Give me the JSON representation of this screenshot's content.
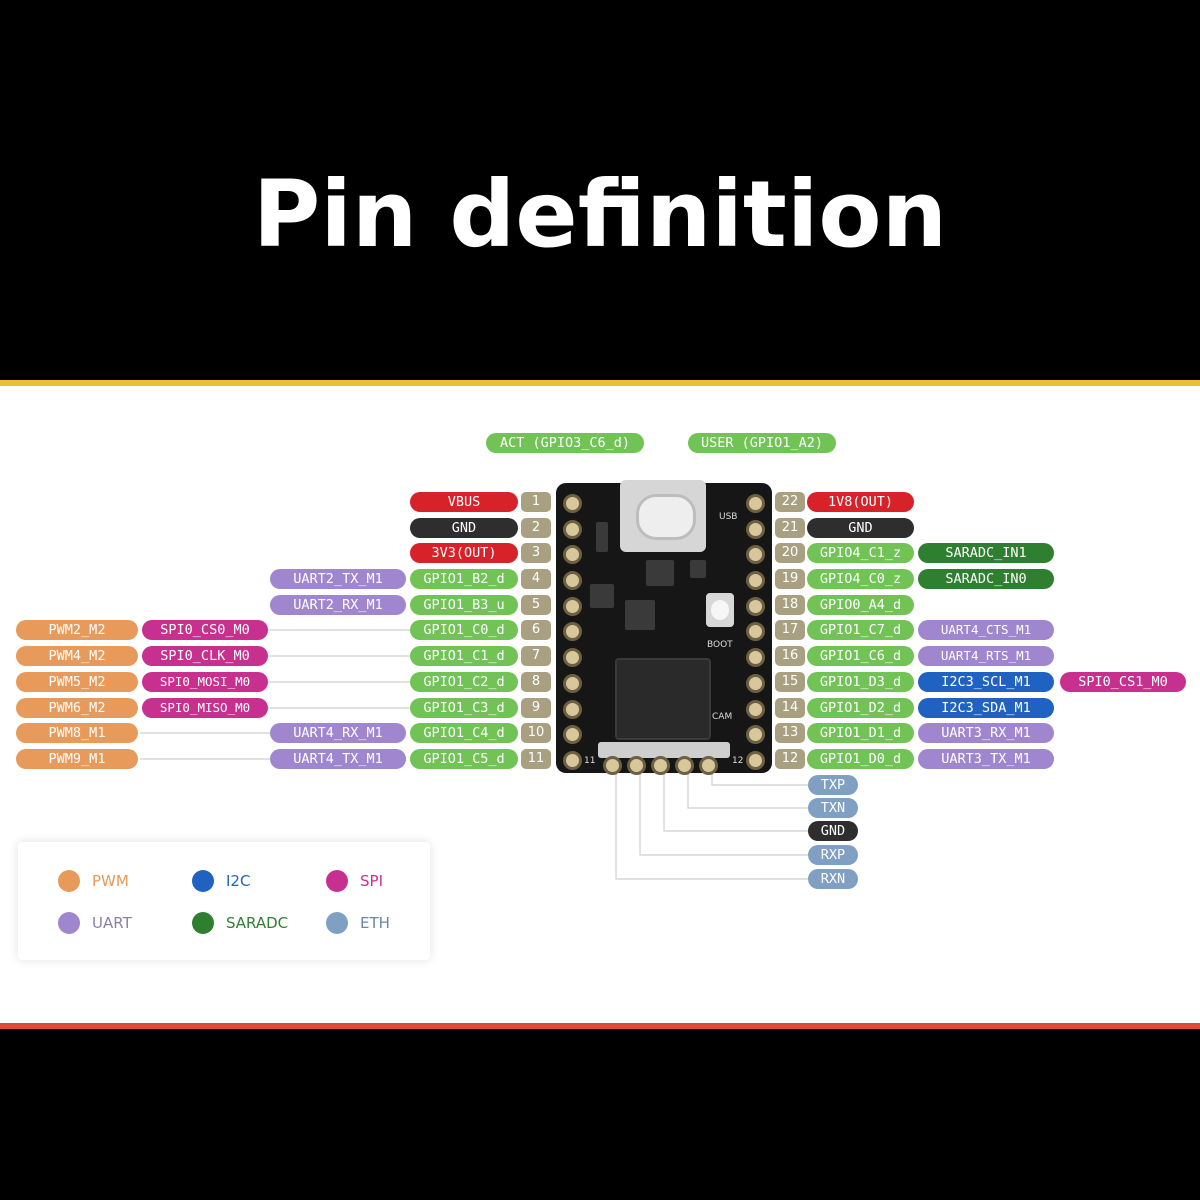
{
  "title": "Pin definition",
  "leds": [
    {
      "label": "ACT (GPIO3_C6_d)",
      "cat": "gpio"
    },
    {
      "label": "USER (GPIO1_A2)",
      "cat": "gpio"
    }
  ],
  "left_pins": [
    {
      "num": "1",
      "labels": [
        {
          "text": "VBUS",
          "cat": "power"
        }
      ]
    },
    {
      "num": "2",
      "labels": [
        {
          "text": "GND",
          "cat": "gnd"
        }
      ]
    },
    {
      "num": "3",
      "labels": [
        {
          "text": "3V3(OUT)",
          "cat": "power"
        }
      ]
    },
    {
      "num": "4",
      "labels": [
        {
          "text": "GPIO1_B2_d",
          "cat": "gpio"
        },
        {
          "text": "UART2_TX_M1",
          "cat": "uart"
        }
      ]
    },
    {
      "num": "5",
      "labels": [
        {
          "text": "GPIO1_B3_u",
          "cat": "gpio"
        },
        {
          "text": "UART2_RX_M1",
          "cat": "uart"
        }
      ]
    },
    {
      "num": "6",
      "labels": [
        {
          "text": "GPIO1_C0_d",
          "cat": "gpio"
        },
        {
          "text": "SPI0_CS0_M0",
          "cat": "spi"
        },
        {
          "text": "PWM2_M2",
          "cat": "pwm"
        }
      ]
    },
    {
      "num": "7",
      "labels": [
        {
          "text": "GPIO1_C1_d",
          "cat": "gpio"
        },
        {
          "text": "SPI0_CLK_M0",
          "cat": "spi"
        },
        {
          "text": "PWM4_M2",
          "cat": "pwm"
        }
      ]
    },
    {
      "num": "8",
      "labels": [
        {
          "text": "GPIO1_C2_d",
          "cat": "gpio"
        },
        {
          "text": "SPI0_MOSI_M0",
          "cat": "spi"
        },
        {
          "text": "PWM5_M2",
          "cat": "pwm"
        }
      ]
    },
    {
      "num": "9",
      "labels": [
        {
          "text": "GPIO1_C3_d",
          "cat": "gpio"
        },
        {
          "text": "SPI0_MISO_M0",
          "cat": "spi"
        },
        {
          "text": "PWM6_M2",
          "cat": "pwm"
        }
      ]
    },
    {
      "num": "10",
      "labels": [
        {
          "text": "GPIO1_C4_d",
          "cat": "gpio"
        },
        {
          "text": "UART4_RX_M1",
          "cat": "uart"
        },
        {
          "text": "PWM8_M1",
          "cat": "pwm"
        }
      ]
    },
    {
      "num": "11",
      "labels": [
        {
          "text": "GPIO1_C5_d",
          "cat": "gpio"
        },
        {
          "text": "UART4_TX_M1",
          "cat": "uart"
        },
        {
          "text": "PWM9_M1",
          "cat": "pwm"
        }
      ]
    }
  ],
  "right_pins": [
    {
      "num": "22",
      "labels": [
        {
          "text": "1V8(OUT)",
          "cat": "power"
        }
      ]
    },
    {
      "num": "21",
      "labels": [
        {
          "text": "GND",
          "cat": "gnd"
        }
      ]
    },
    {
      "num": "20",
      "labels": [
        {
          "text": "GPIO4_C1_z",
          "cat": "gpio"
        },
        {
          "text": "SARADC_IN1",
          "cat": "saradc"
        }
      ]
    },
    {
      "num": "19",
      "labels": [
        {
          "text": "GPIO4_C0_z",
          "cat": "gpio"
        },
        {
          "text": "SARADC_IN0",
          "cat": "saradc"
        }
      ]
    },
    {
      "num": "18",
      "labels": [
        {
          "text": "GPIO0_A4_d",
          "cat": "gpio"
        }
      ]
    },
    {
      "num": "17",
      "labels": [
        {
          "text": "GPIO1_C7_d",
          "cat": "gpio"
        },
        {
          "text": "UART4_CTS_M1",
          "cat": "uart"
        }
      ]
    },
    {
      "num": "16",
      "labels": [
        {
          "text": "GPIO1_C6_d",
          "cat": "gpio"
        },
        {
          "text": "UART4_RTS_M1",
          "cat": "uart"
        }
      ]
    },
    {
      "num": "15",
      "labels": [
        {
          "text": "GPIO1_D3_d",
          "cat": "gpio"
        },
        {
          "text": "I2C3_SCL_M1",
          "cat": "i2c"
        },
        {
          "text": "SPI0_CS1_M0",
          "cat": "spi"
        }
      ]
    },
    {
      "num": "14",
      "labels": [
        {
          "text": "GPIO1_D2_d",
          "cat": "gpio"
        },
        {
          "text": "I2C3_SDA_M1",
          "cat": "i2c"
        }
      ]
    },
    {
      "num": "13",
      "labels": [
        {
          "text": "GPIO1_D1_d",
          "cat": "gpio"
        },
        {
          "text": "UART3_RX_M1",
          "cat": "uart"
        }
      ]
    },
    {
      "num": "12",
      "labels": [
        {
          "text": "GPIO1_D0_d",
          "cat": "gpio"
        },
        {
          "text": "UART3_TX_M1",
          "cat": "uart"
        }
      ]
    }
  ],
  "eth_pins": [
    {
      "text": "TXP",
      "cat": "eth"
    },
    {
      "text": "TXN",
      "cat": "eth"
    },
    {
      "text": "GND",
      "cat": "gnd"
    },
    {
      "text": "RXP",
      "cat": "eth"
    },
    {
      "text": "RXN",
      "cat": "eth"
    }
  ],
  "board_silk": {
    "usb": "USB",
    "boot": "BOOT",
    "cam": "CAM",
    "pad_left": "11",
    "pad_right": "12"
  },
  "legend": [
    {
      "label": "PWM",
      "color": "#e79a5a",
      "text_color": "#e79a5a"
    },
    {
      "label": "I2C",
      "color": "#1f62c2",
      "text_color": "#1f62c2"
    },
    {
      "label": "SPI",
      "color": "#c8308f",
      "text_color": "#c8308f"
    },
    {
      "label": "UART",
      "color": "#9f86cf",
      "text_color": "#8a80a8"
    },
    {
      "label": "SARADC",
      "color": "#2f7f31",
      "text_color": "#2f7f31"
    },
    {
      "label": "ETH",
      "color": "#7f9fc3",
      "text_color": "#6a85a8"
    }
  ]
}
